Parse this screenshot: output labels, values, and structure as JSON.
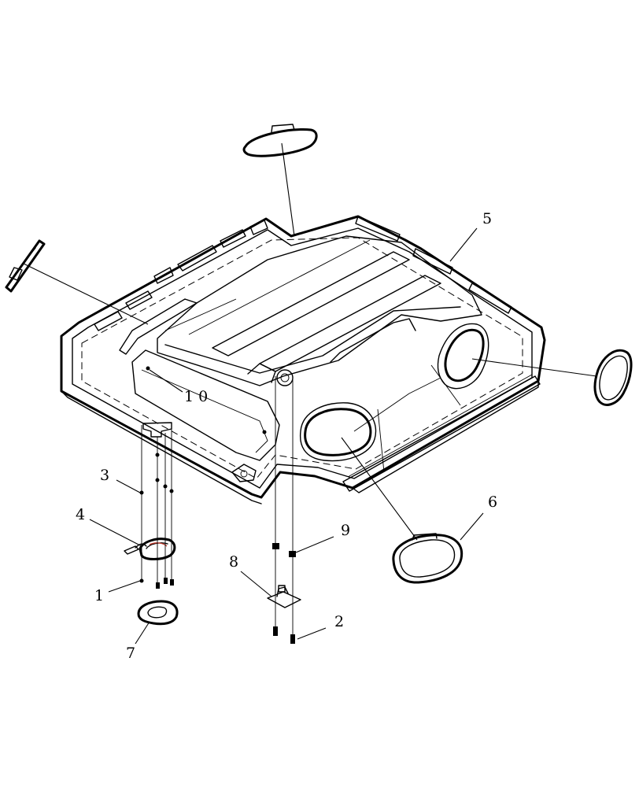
{
  "callouts": {
    "c1": "1",
    "c2": "2",
    "c3": "3",
    "c4": "4",
    "c5": "5",
    "c6": "6",
    "c7": "7",
    "c8": "8",
    "c9": "9",
    "c10": "1 0"
  },
  "colors": {
    "line": "#000000",
    "wire": "#c0392b",
    "background": "#ffffff"
  }
}
